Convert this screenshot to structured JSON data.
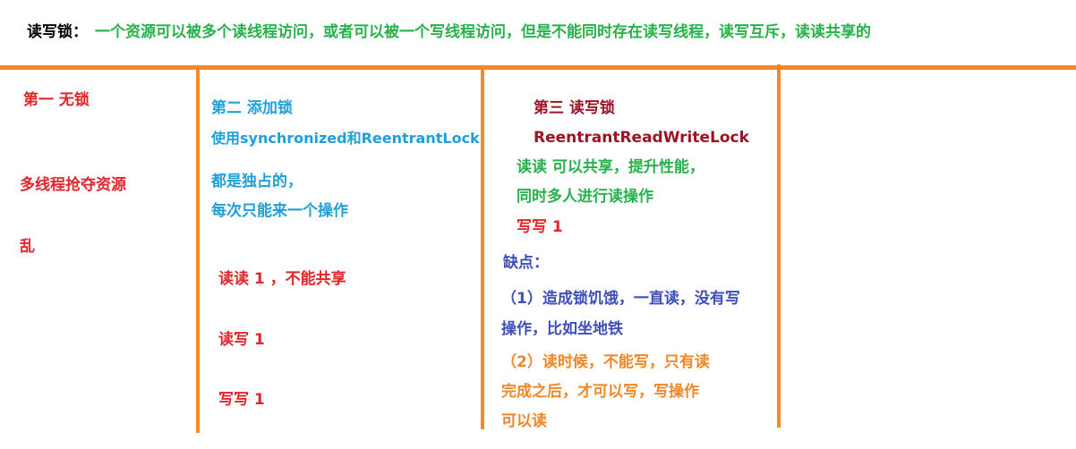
{
  "title": {
    "label": "读写锁：",
    "definition": "一个资源可以被多个读线程访问，或者可以被一个写线程访问，但是不能同时存在读写线程，读写互斥，读读共享的"
  },
  "col1": {
    "heading": "第一 无锁",
    "line1": "多线程抢夺资源",
    "line2": "乱"
  },
  "col2": {
    "heading": "第二 添加锁",
    "usage": "使用synchronized和ReentrantLock",
    "exclusive1": "都是独占的，",
    "exclusive2": "每次只能来一个操作",
    "rr": "读读  1 ，不能共享",
    "rw": "读写  1",
    "ww": "写写  1"
  },
  "col3": {
    "heading": "第三  读写锁",
    "class_name": "ReentrantReadWriteLock",
    "shared1": "读读 可以共享，提升性能，",
    "shared2": "同时多人进行读操作",
    "ww": "写写 1",
    "cons_title": "缺点：",
    "cons1_line1": "（1）造成锁饥饿，一直读，没有写",
    "cons1_line2": "操作，比如坐地铁",
    "cons2_line1": "（2）读时候，不能写，只有读",
    "cons2_line2": "完成之后，才可以写，写操作",
    "cons2_line3": "可以读"
  },
  "colors": {
    "divider": "#f5882b",
    "green": "#27b14b",
    "red": "#e0262b",
    "blue": "#21a0d8",
    "maroon": "#9b1426",
    "navy": "#3e4fb8",
    "orange": "#f08726"
  }
}
